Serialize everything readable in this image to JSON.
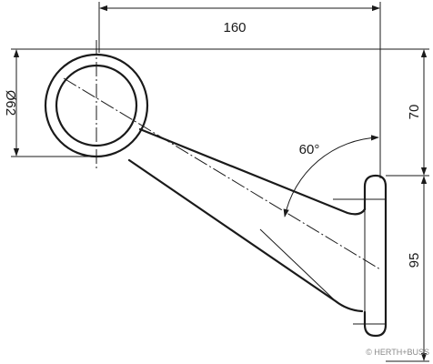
{
  "dimensions": {
    "length": "160",
    "diameter": "Ø62",
    "height_upper": "70",
    "height_lower": "95",
    "angle": "60°"
  },
  "watermark": {
    "text": "© HERTH+BUSS"
  }
}
